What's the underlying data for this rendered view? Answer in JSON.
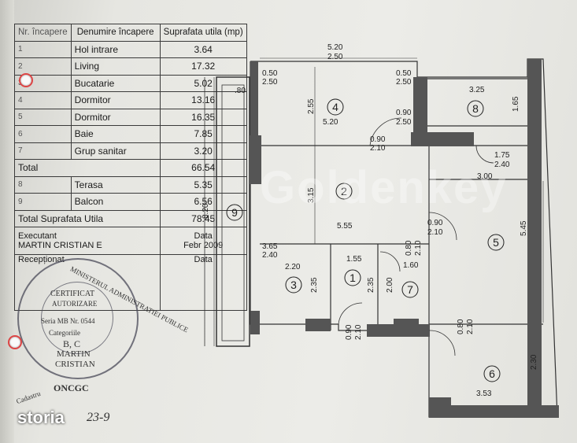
{
  "table": {
    "header": {
      "nr": "Nr. încapere",
      "name": "Denumire încapere",
      "area": "Suprafata utila (mp)"
    },
    "rows": [
      {
        "nr": "1",
        "name": "Hol intrare",
        "area": "3.64"
      },
      {
        "nr": "2",
        "name": "Living",
        "area": "17.32"
      },
      {
        "nr": "3",
        "name": "Bucatarie",
        "area": "5.02"
      },
      {
        "nr": "4",
        "name": "Dormitor",
        "area": "13.16"
      },
      {
        "nr": "5",
        "name": "Dormitor",
        "area": "16.35"
      },
      {
        "nr": "6",
        "name": "Baie",
        "area": "7.85"
      },
      {
        "nr": "7",
        "name": "Grup sanitar",
        "area": "3.20"
      }
    ],
    "total_label": "Total",
    "total_value": "66.54",
    "extra_rows": [
      {
        "nr": "8",
        "name": "Terasa",
        "area": "5.35"
      },
      {
        "nr": "9",
        "name": "Balcon",
        "area": "6.56"
      }
    ],
    "total_util_label": "Total Suprafata Utila",
    "total_util_value": "78.45"
  },
  "footer": {
    "executant_label": "Executant",
    "executant_name": "MARTIN CRISTIAN E",
    "data_label": "Data",
    "data_value": "Febr 2009",
    "receptionat_label": "Recepționat",
    "data2_label": "Data",
    "handwritten": "23-9"
  },
  "stamp": {
    "outer_text": "MINISTERUL ADMINISTRATIEI PUBLICE",
    "center": [
      "CERTIFICAT",
      "AUTORIZARE",
      "Seria MB Nr. 0544",
      "Categoriile",
      "B, C",
      "MARTIN",
      "CRISTIAN"
    ],
    "bottom": "ONCGC",
    "side": "Cadastru"
  },
  "plan": {
    "rooms": [
      "1",
      "2",
      "3",
      "4",
      "5",
      "6",
      "7",
      "8",
      "9"
    ],
    "dims": {
      "top_total": "5.20",
      "top_total2": "2.50",
      "d_050a": "0.50",
      "d_250a": "2.50",
      "d_050b": "0.50",
      "d_250b": "2.50",
      "d_255": "2.55",
      "d_520": "5.20",
      "d_080": ".80",
      "d_325": "3.25",
      "d_165": "1.65",
      "d_090a": "0.90",
      "d_210a": "2.10",
      "d_090b": "0.90",
      "d_250c": "2.50",
      "d_175": "1.75",
      "d_240": "2.40",
      "d_300": "3.00",
      "d_315": "3.15",
      "d_820": "8.20",
      "d_555": "5.55",
      "d_545": "5.45",
      "d_090c": "0.90",
      "d_210b": "2.10",
      "d_365": "3.65",
      "d_240b": "2.40",
      "d_220": "2.20",
      "d_155": "1.55",
      "d_080b": "0.80",
      "d_210c": "2.10",
      "d_160": "1.60",
      "d_235a": "2.35",
      "d_235b": "2.35",
      "d_200": "2.00",
      "d_090d": "0.90",
      "d_210d": "2.10",
      "d_080c": "0.80",
      "d_210e": "2.10",
      "d_230": "2.30",
      "d_353": "3.53"
    }
  },
  "watermark": "Goldenkey",
  "logo": "storia"
}
